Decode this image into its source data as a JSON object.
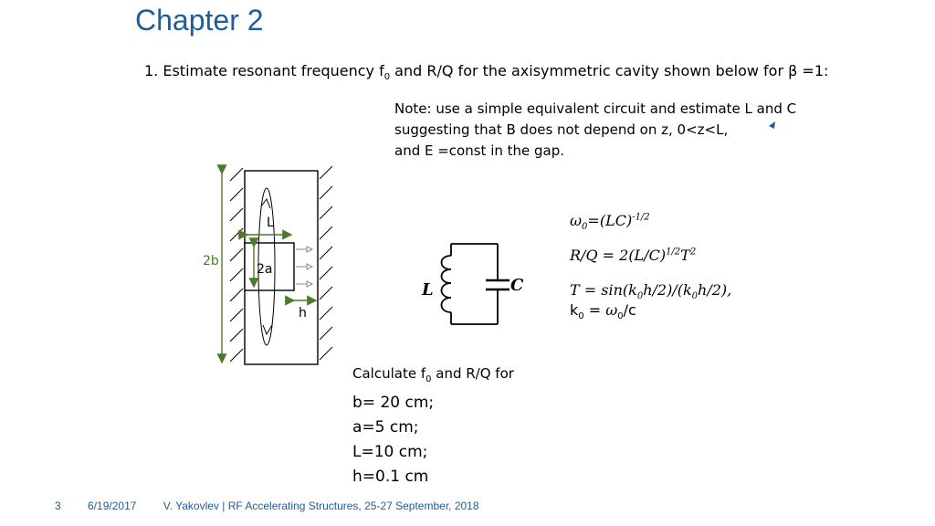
{
  "slide": {
    "title": "Chapter 2",
    "problem": {
      "prefix": "1. Estimate resonant frequency f",
      "sub": "0",
      "suffix": " and R/Q for the axisymmetric cavity shown below for β =1:"
    },
    "note_lines": [
      "Note: use a simple equivalent circuit and estimate L and C",
      "suggesting that B does not depend on z, 0<z<L,",
      "and E =const in the gap."
    ]
  },
  "figure": {
    "labels": {
      "L": "L",
      "two_a": "2a",
      "two_b": "2b",
      "h": "h",
      "circuit_L": "L",
      "circuit_C": "C"
    },
    "colors": {
      "dimension_arrow": "#4a7a2a",
      "accent": "#1f5c99",
      "label_2b": "#4a7a2a"
    }
  },
  "formulas": {
    "f1_base": "ω",
    "f1_sub": "0",
    "f1_mid": "=(LC)",
    "f1_sup": "-1/2",
    "f2_main": "R/Q = 2(L/C)",
    "f2_sup": "1/2",
    "f2_T": "T",
    "f2_sup2": "2",
    "f3_a": "T = sin(k",
    "f3_sub1": "0",
    "f3_b": "h/2)/(k",
    "f3_sub2": "0",
    "f3_c": "h/2),",
    "f4_a": "k",
    "f4_sub1": "0",
    "f4_b": " = ",
    "f4_w": "ω",
    "f4_sub2": "0",
    "f4_c": "/c"
  },
  "calculate": {
    "prefix": "Calculate f",
    "sub": "0",
    "suffix": " and R/Q for",
    "params": [
      "b= 20 cm;",
      "a=5 cm;",
      "L=10 cm;",
      "h=0.1 cm"
    ]
  },
  "footer": {
    "page": "3",
    "date": "6/19/2017",
    "text": "V. Yakovlev | RF Accelerating Structures, 25-27 September, 2018"
  }
}
